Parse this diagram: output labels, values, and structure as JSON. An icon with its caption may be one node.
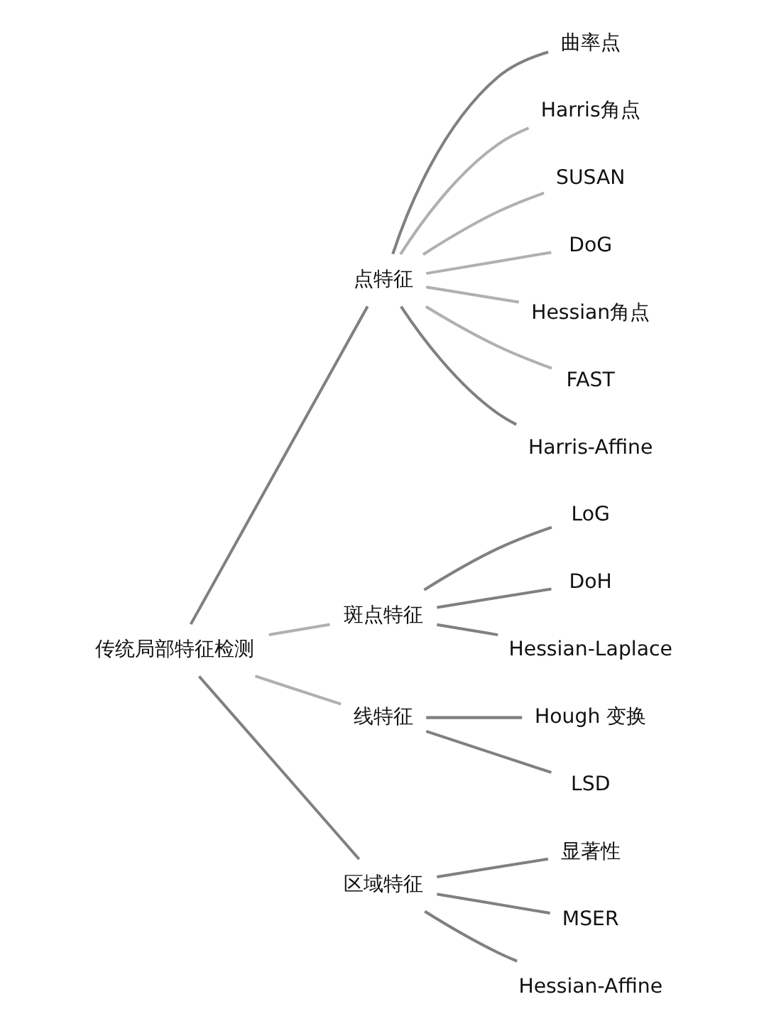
{
  "diagram": {
    "nodes": [
      {
        "text": [
          "传统局部特征检测"
        ]
      },
      {
        "text": [
          "点特征"
        ]
      },
      {
        "text": [
          "斑点特征"
        ]
      },
      {
        "text": [
          "线特征"
        ]
      },
      {
        "text": [
          "区域特征"
        ]
      },
      {
        "text": [
          "曲率点"
        ]
      },
      {
        "text": [
          "Harris角点"
        ]
      },
      {
        "text": [
          "SUSAN"
        ]
      },
      {
        "text": [
          "DoG"
        ]
      },
      {
        "text": [
          "Hessian角点"
        ]
      },
      {
        "text": [
          "FAST"
        ]
      },
      {
        "text": [
          "Harris-Affine"
        ]
      },
      {
        "text": [
          "LoG"
        ]
      },
      {
        "text": [
          "DoH"
        ]
      },
      {
        "text": [
          "Hessian-Laplace"
        ]
      },
      {
        "text": [
          "Hough 变换"
        ]
      },
      {
        "text": [
          "LSD"
        ]
      },
      {
        "text": [
          "显著性"
        ]
      },
      {
        "text": [
          "MSER"
        ]
      },
      {
        "text": [
          "Hessian-Affine"
        ]
      }
    ],
    "edges": [
      {
        "from": 0,
        "to": 1,
        "arrow": "none"
      },
      {
        "from": 0,
        "to": 2,
        "arrow": "none",
        "color": "#b0b0b0"
      },
      {
        "from": 0,
        "to": 3,
        "arrow": "none",
        "color": "#b0b0b0"
      },
      {
        "from": 0,
        "to": 4,
        "arrow": "none"
      },
      {
        "from": 1,
        "to": 5,
        "arrow": "none"
      },
      {
        "from": 1,
        "to": 6,
        "arrow": "none",
        "color": "#b0b0b0"
      },
      {
        "from": 1,
        "to": 7,
        "arrow": "none",
        "color": "#b0b0b0"
      },
      {
        "from": 1,
        "to": 8,
        "arrow": "none",
        "color": "#b0b0b0"
      },
      {
        "from": 1,
        "to": 9,
        "arrow": "none",
        "color": "#b0b0b0"
      },
      {
        "from": 1,
        "to": 10,
        "arrow": "none",
        "color": "#b0b0b0"
      },
      {
        "from": 1,
        "to": 11,
        "arrow": "none"
      },
      {
        "from": 2,
        "to": 12,
        "arrow": "none"
      },
      {
        "from": 2,
        "to": 13,
        "arrow": "none"
      },
      {
        "from": 2,
        "to": 14,
        "arrow": "none"
      },
      {
        "from": 3,
        "to": 15,
        "arrow": "none"
      },
      {
        "from": 3,
        "to": 16,
        "arrow": "none"
      },
      {
        "from": 4,
        "to": 17,
        "arrow": "none"
      },
      {
        "from": 4,
        "to": 18,
        "arrow": "none"
      },
      {
        "from": 4,
        "to": 19,
        "arrow": "none"
      }
    ]
  }
}
